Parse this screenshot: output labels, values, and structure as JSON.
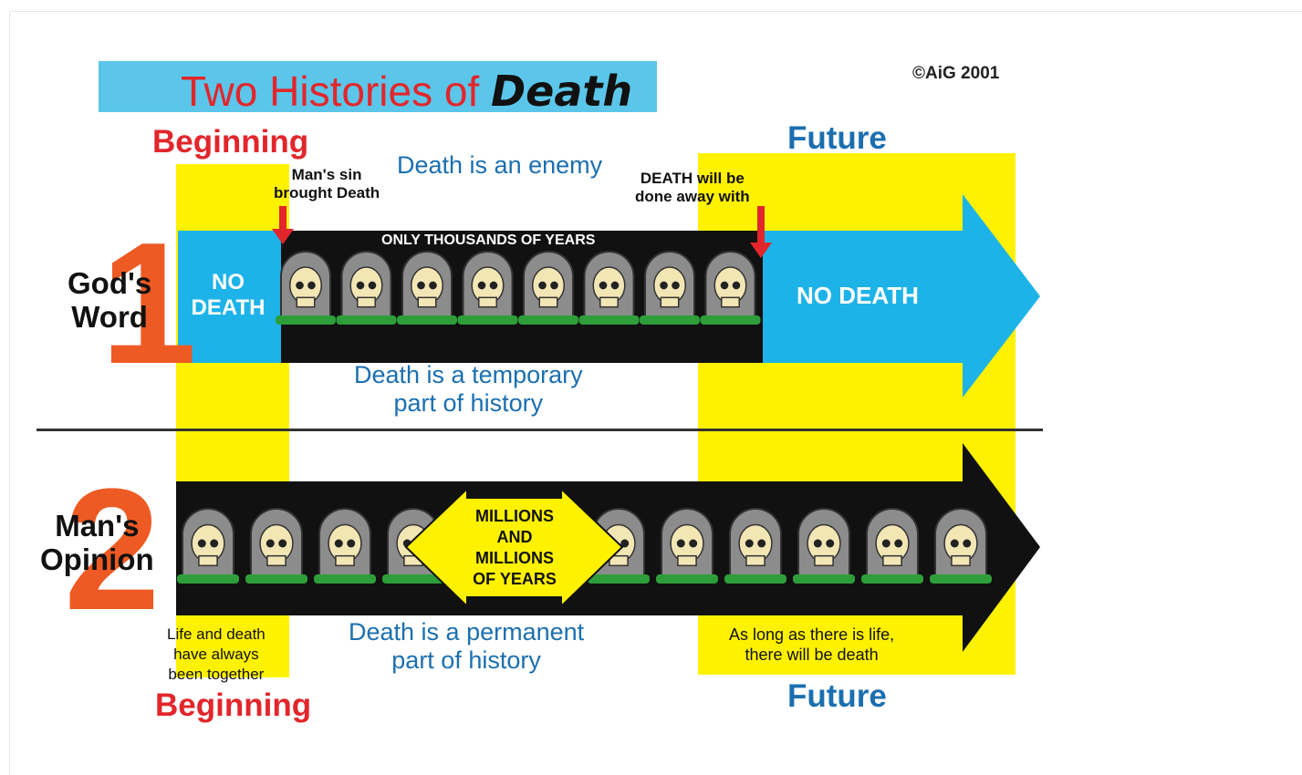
{
  "title": {
    "part1": "Two Histories of ",
    "part2": "Death"
  },
  "copyright": "©AiG 2001",
  "top": {
    "beginning": "Beginning",
    "future": "Future",
    "side_label_line1": "God's",
    "side_label_line2": "Word",
    "number": "1",
    "mans_sin_line1": "Man's sin",
    "mans_sin_line2": "brought Death",
    "death_enemy": "Death is an enemy",
    "death_done_line1": "DEATH will be",
    "death_done_line2": "done away with",
    "no_death_left_line1": "NO",
    "no_death_left_line2": "DEATH",
    "thousands": "ONLY THOUSANDS OF YEARS",
    "no_death_right": "NO DEATH",
    "temporary_line1": "Death is a temporary",
    "temporary_line2": "part of history",
    "tombstone_count": 8
  },
  "bottom": {
    "side_label_line1": "Man's",
    "side_label_line2": "Opinion",
    "number": "2",
    "millions_line1": "MILLIONS",
    "millions_line2": "AND",
    "millions_line3": "MILLIONS",
    "millions_line4": "OF YEARS",
    "always_line1": "Life and death",
    "always_line2": "have always",
    "always_line3": "been together",
    "permanent_line1": "Death is a permanent",
    "permanent_line2": "part of history",
    "as_long_line1": "As long as there is life,",
    "as_long_line2": "there will be death",
    "beginning": "Beginning",
    "future": "Future",
    "tombstone_count": 12
  },
  "colors": {
    "yellow": "#fff200",
    "blue": "#1db3e8",
    "black": "#111111",
    "red": "#e2262b",
    "text_blue": "#1b6fb0",
    "orange": "#ee5a24",
    "grass": "#2e9e3a",
    "stone": "#8c8c8c",
    "skull": "#f3e6b5"
  }
}
